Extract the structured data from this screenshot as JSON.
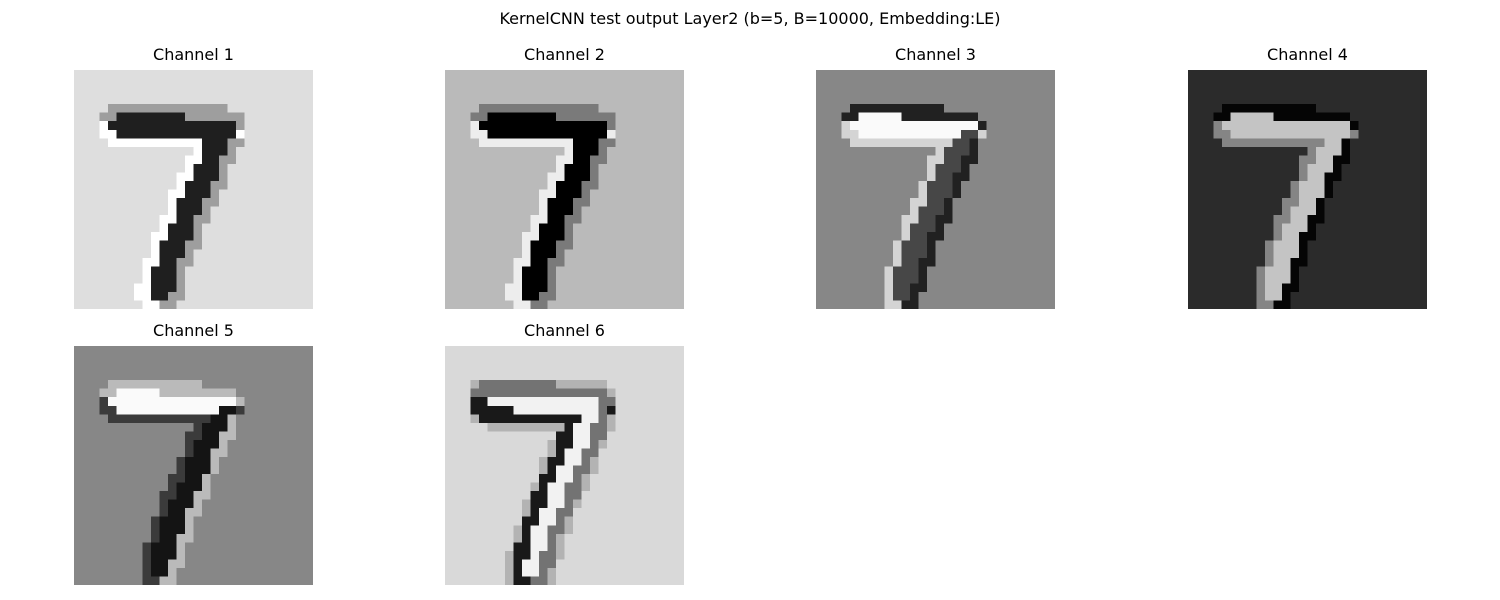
{
  "figure": {
    "title": "KernelCNN test output Layer2 (b=5, B=10000, Embedding:LE)"
  },
  "chart_data": {
    "type": "heatmap",
    "title": "KernelCNN test output Layer2 (b=5, B=10000, Embedding:LE)",
    "colormap": "gray",
    "grid": false,
    "axes_visible": false,
    "image_size": [
      28,
      28
    ],
    "layout": {
      "rows": 2,
      "cols": 4
    },
    "panels": [
      {
        "title": "Channel 1",
        "background_level": 0.87,
        "style": "dark-stroke-light-edge"
      },
      {
        "title": "Channel 2",
        "background_level": 0.73,
        "style": "dark-stroke-light-edge"
      },
      {
        "title": "Channel 3",
        "background_level": 0.53,
        "style": "light-top-dark-edge"
      },
      {
        "title": "Channel 4",
        "background_level": 0.17,
        "style": "light-stroke-on-dark"
      },
      {
        "title": "Channel 5",
        "background_level": 0.53,
        "style": "light-top-dark-stroke"
      },
      {
        "title": "Channel 6",
        "background_level": 0.85,
        "style": "double-edge"
      }
    ]
  }
}
